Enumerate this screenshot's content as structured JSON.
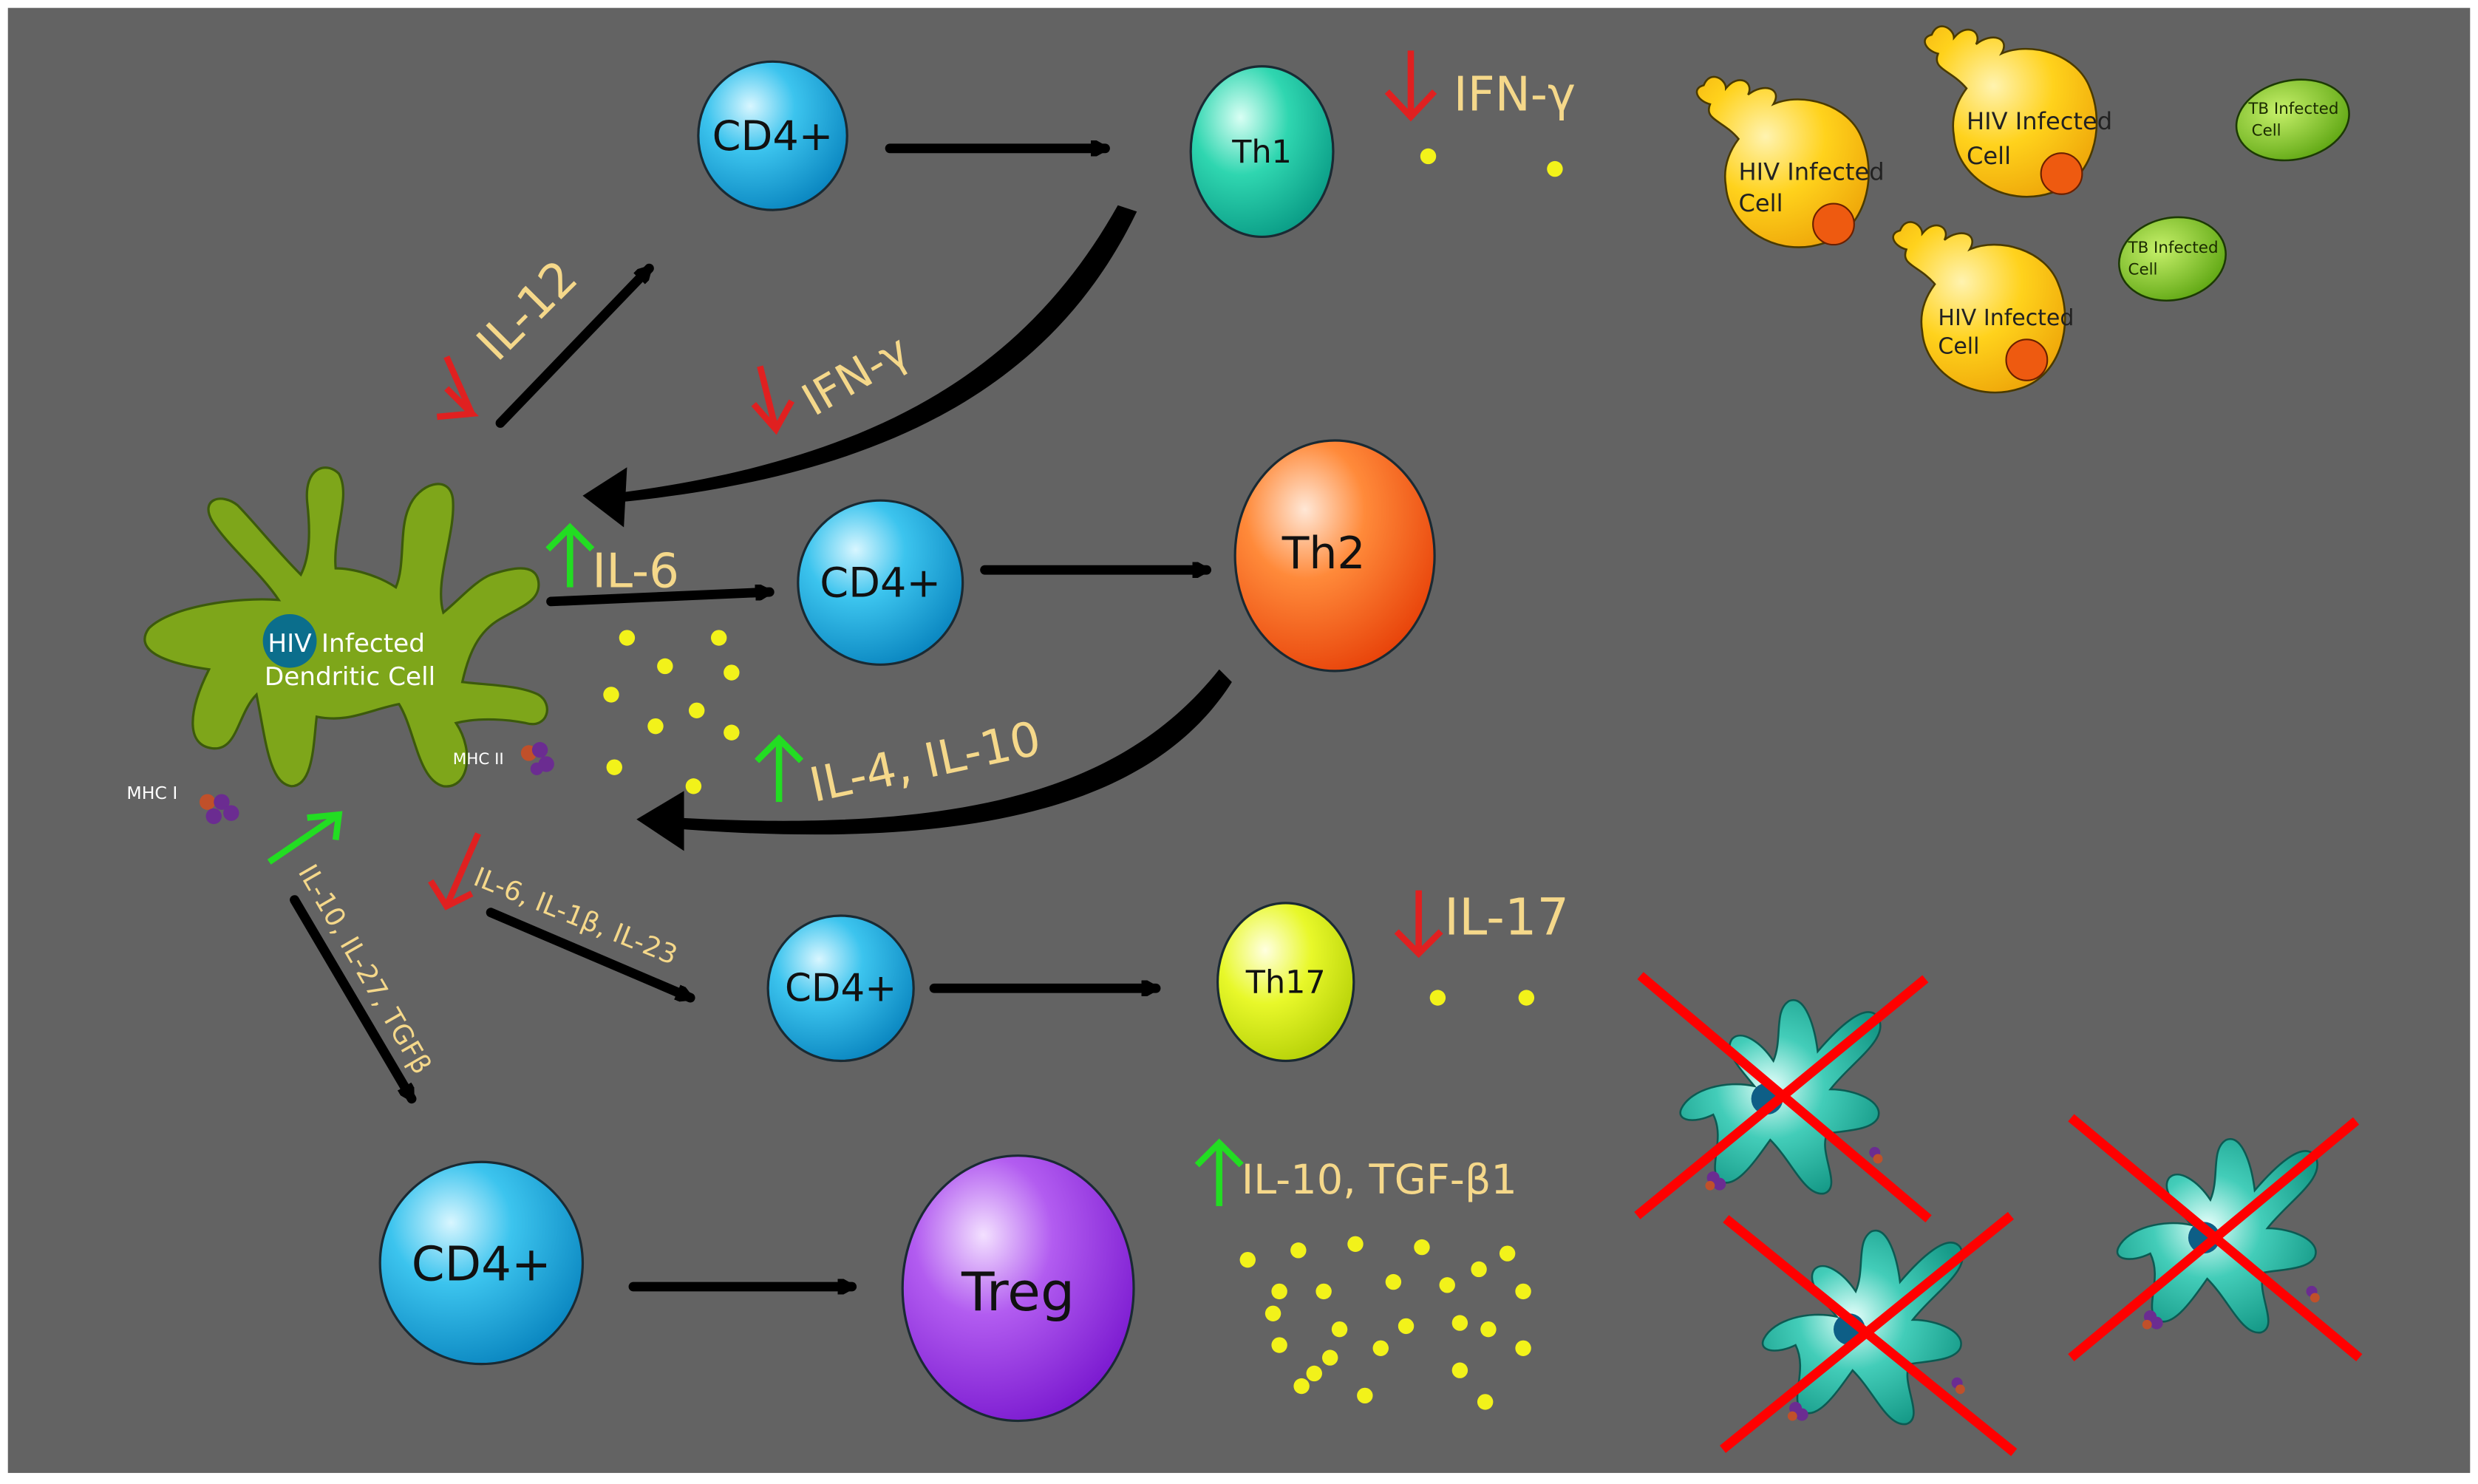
{
  "dendritic_cell": {
    "hiv_label": "HIV",
    "label_rest": "Infected",
    "label_line2": "Dendritic Cell",
    "mhc1": "MHC I",
    "mhc2": "MHC II"
  },
  "cells": {
    "cd4_top": "CD4+",
    "th1": "Th1",
    "cd4_mid": "CD4+",
    "th2": "Th2",
    "cd4_low": "CD4+",
    "th17": "Th17",
    "cd4_bottom": "CD4+",
    "treg": "Treg"
  },
  "cytokines": {
    "il12": "IL-12",
    "ifng_top": "IFN-γ",
    "ifng_curve": "IFN-γ",
    "il6": "IL-6",
    "il4_il10": "IL-4, IL-10",
    "th17_inducers": "IL-6, IL-1β, IL-23",
    "treg_inducers": "IL-10, IL-27, TGFβ",
    "il17": "IL-17",
    "il10_tgfb1": "IL-10, TGF-β1"
  },
  "infected_cells": {
    "hiv": [
      {
        "line1": "HIV Infected",
        "line2": "Cell"
      },
      {
        "line1": "HIV Infected",
        "line2": "Cell"
      },
      {
        "line1": "HIV Infected",
        "line2": "Cell"
      }
    ],
    "tb": [
      {
        "line1": "TB Infected",
        "line2": "Cell"
      },
      {
        "line1": "TB Infected",
        "line2": "Cell"
      }
    ]
  },
  "colors": {
    "background": "#636363",
    "arrow": "#000000",
    "cytokine_text": "#f5d88a",
    "down_arrow": "#e02020",
    "up_arrow": "#22dd22",
    "dot": "#f2f21a",
    "cross": "#ff0000",
    "dc_green": "#7ea61a",
    "dc_teal": "#2bb5a4",
    "hiv_cell": "#f7c21b",
    "tb_cell": "#78bc1c"
  }
}
